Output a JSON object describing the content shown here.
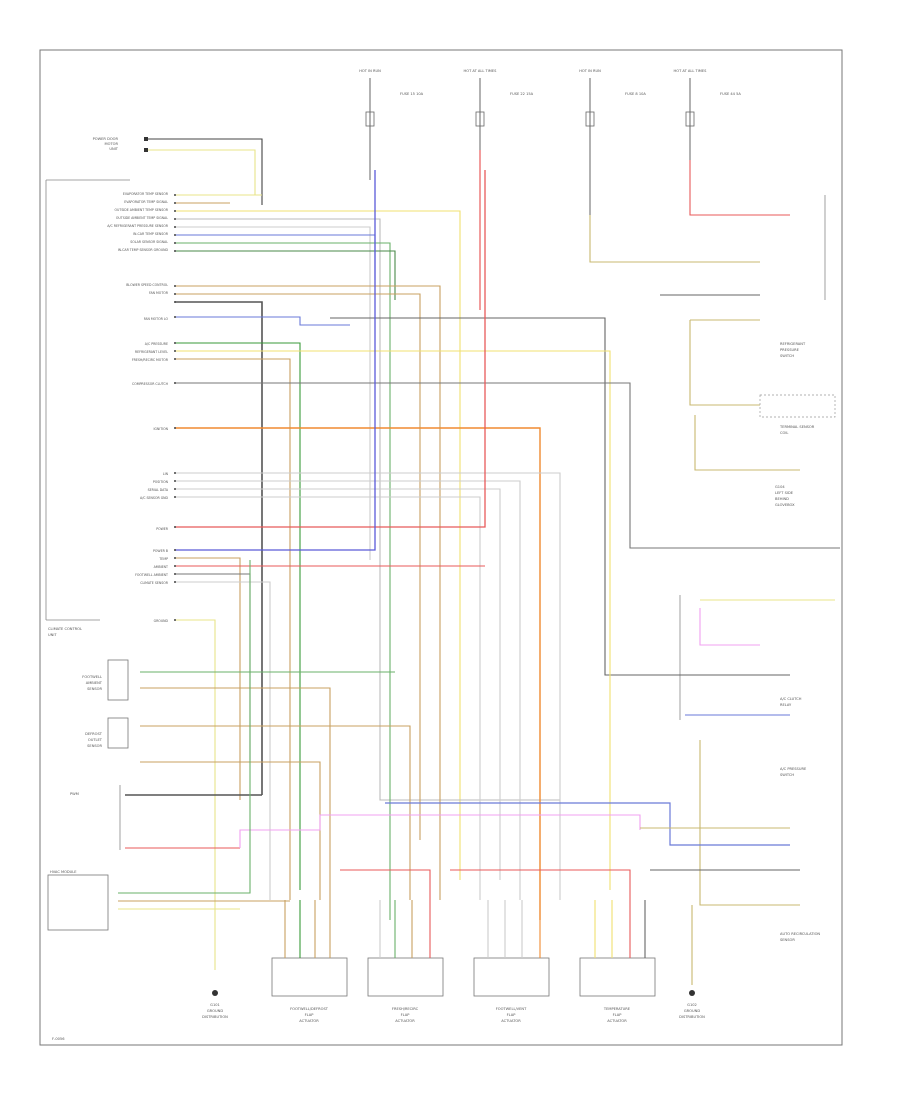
{
  "diagram": {
    "left_top_labels": [
      "POWER DOOR",
      "MOTOR",
      "UNIT"
    ],
    "left_pins_group1": [
      "EVAPORATOR TEMP SENSOR",
      "EVAPORATOR TEMP SIGNAL",
      "OUTSIDE AMBIENT TEMP SENSOR",
      "OUTSIDE AMBIENT TEMP SIGNAL",
      "A/C REFRIGERANT PRESSURE SENSOR",
      "IN-CAR TEMP SENSOR",
      "SOLAR SENSOR SIGNAL",
      "IN-CAR TEMP SENSOR GROUND"
    ],
    "left_pins_group2": [
      "BLOWER SPEED CONTROL",
      "FAN MOTOR"
    ],
    "left_pin_fan": "FAN MOTOR LO",
    "left_pins_group3": [
      "A/C PRESSURE",
      "REFRIGERANT LEVEL",
      "FRESH/RECIRC MOTOR"
    ],
    "left_pin_compressor": "COMPRESSOR CLUTCH",
    "left_pin_ignition": "IGNITION",
    "left_pins_group4": [
      "LIN",
      "POSITION",
      "SERIAL DATA",
      "A/C SENSOR GND"
    ],
    "left_pin_power": "POWER",
    "left_pins_group5": [
      "POWER B",
      "TEMP",
      "AMBIENT",
      "FOOTWELL AMBIENT",
      "CLIMATE SENSOR"
    ],
    "left_pin_ground": "GROUND",
    "control_unit": [
      "CLIMATE CONTROL",
      "UNIT"
    ],
    "left_sensor1": [
      "FOOTWELL",
      "AMBIENT",
      "SENSOR"
    ],
    "left_sensor2": [
      "DEFROST",
      "OUTLET",
      "SENSOR"
    ],
    "left_bottom_label": "PWM",
    "left_module": "HVAC MODULE",
    "left_ground": [
      "G101",
      "GROUND",
      "DISTRIBUTION"
    ],
    "fuses": [
      "HOT IN RUN",
      "HOT AT ALL TIMES",
      "HOT IN RUN",
      "HOT AT ALL TIMES"
    ],
    "fuse_values": [
      "FUSE 15 10A",
      "FUSE 22 15A",
      "FUSE 8 10A",
      "FUSE 44 5A"
    ],
    "right_labels": [
      [
        "REFRIGERANT",
        "PRESSURE",
        "SWITCH"
      ],
      [
        "TERMINAL SENSOR",
        "COIL"
      ],
      [
        "G104",
        "LEFT SIDE",
        "BEHIND",
        "GLOVEBOX"
      ],
      [
        "A/C CLUTCH",
        "RELAY"
      ],
      [
        "A/C PRESSURE",
        "SWITCH"
      ],
      [
        "AUTO RECIRCULATION",
        "SENSOR"
      ]
    ],
    "bottom_actuators": [
      [
        "FOOTWELL/DEFROST",
        "FLAP",
        "ACTUATOR"
      ],
      [
        "FRESH/RECIRC",
        "FLAP",
        "ACTUATOR"
      ],
      [
        "FOOTWELL/VENT",
        "FLAP",
        "ACTUATOR"
      ],
      [
        "TEMPERATURE",
        "FLAP",
        "ACTUATOR"
      ]
    ],
    "right_ground": [
      "G102",
      "GROUND",
      "DISTRIBUTION"
    ],
    "footer": "F-0056"
  }
}
